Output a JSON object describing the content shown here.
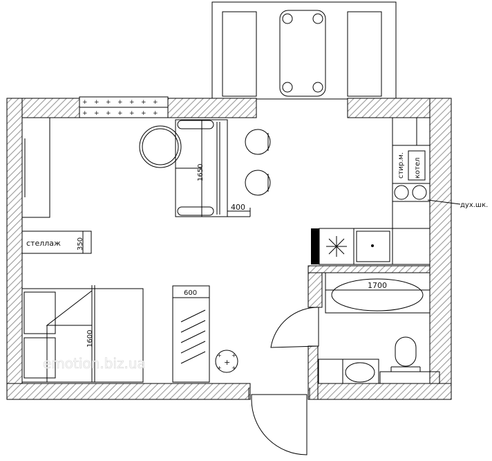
{
  "labels": {
    "shelving": "стеллаж",
    "shelving_depth": "350",
    "sofa_length": "1650",
    "sofa_offset": "400",
    "bed_length": "1600",
    "wardrobe_depth": "600",
    "bathtub_length": "1700",
    "boiler": "котел",
    "washer": "стир.м.",
    "oven": "дух.шк.",
    "watermark": "emotion.biz.ua"
  }
}
